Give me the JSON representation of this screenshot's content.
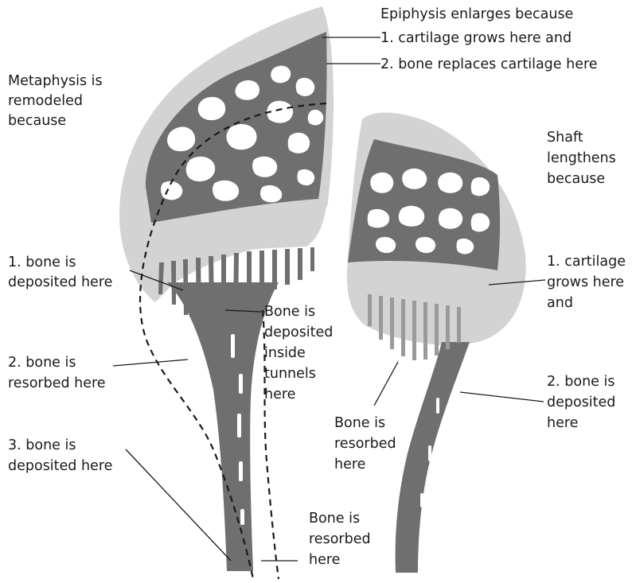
{
  "labels": {
    "epiphysis_title": "Epiphysis enlarges because",
    "epiphysis_1": "1. cartilage grows here and",
    "epiphysis_2": "2. bone replaces cartilage here",
    "metaphysis_title": [
      "Metaphysis is",
      "remodeled",
      "because"
    ],
    "meta_1": [
      "1. bone is",
      "deposited here"
    ],
    "meta_2": [
      "2. bone is",
      "resorbed here"
    ],
    "meta_3": [
      "3. bone is",
      "deposited here"
    ],
    "tunnels": [
      "Bone is",
      "deposited",
      "inside",
      "tunnels",
      "here"
    ],
    "resorbed_bottom": [
      "Bone is",
      "resorbed",
      "here"
    ],
    "shaft_title": [
      "Shaft",
      "lengthens",
      "because"
    ],
    "shaft_1": [
      "1. cartilage",
      "grows here",
      "and"
    ],
    "shaft_2": [
      "2. bone is",
      "deposited",
      "here"
    ],
    "shaft_resorbed": [
      "Bone is",
      "resorbed",
      "here"
    ]
  },
  "colors": {
    "cartilage": "#d3d3d3",
    "bone": "#6f6f6f",
    "marrow": "#ffffff",
    "line": "#1a1a1a"
  }
}
